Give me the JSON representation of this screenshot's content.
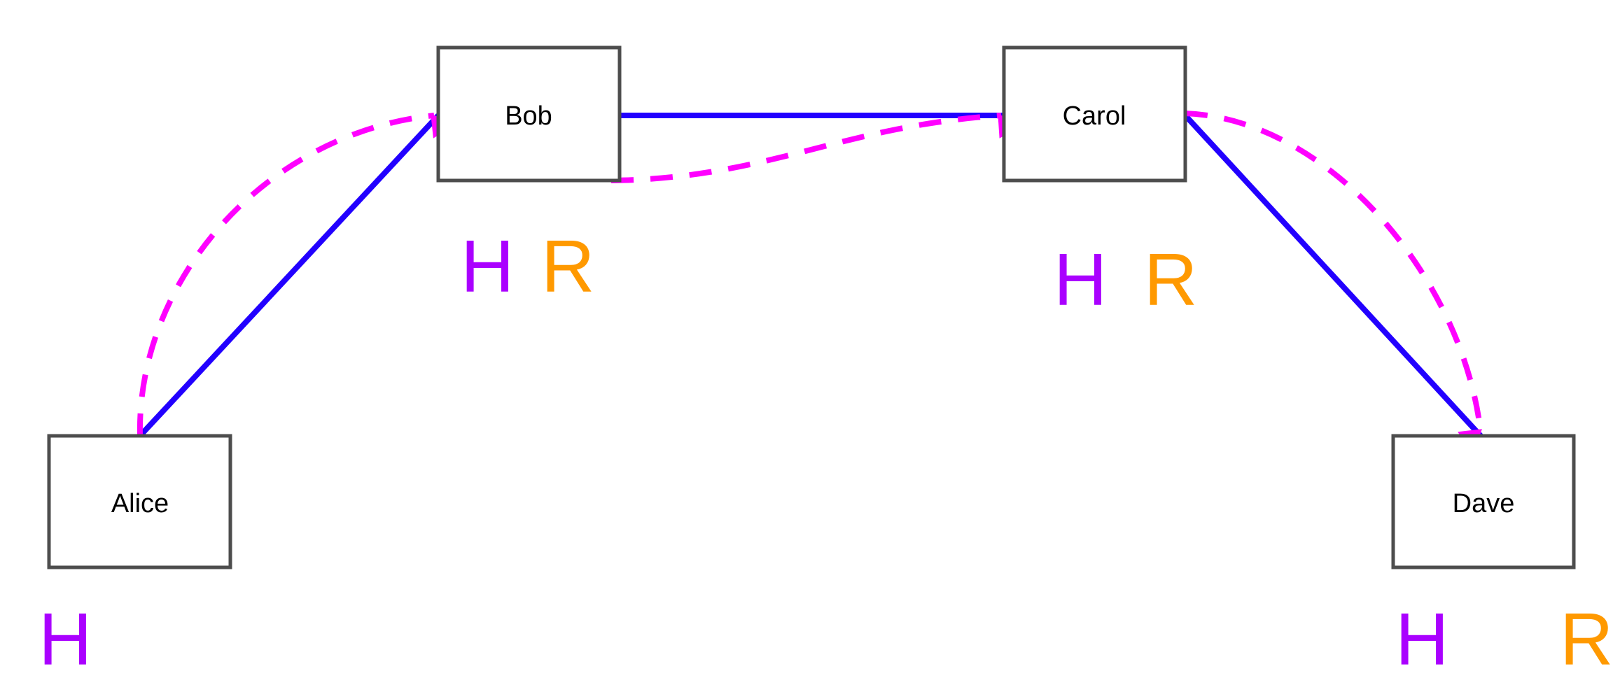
{
  "nodes": [
    {
      "id": "alice",
      "label": "Alice",
      "tags": [
        "H"
      ]
    },
    {
      "id": "bob",
      "label": "Bob",
      "tags": [
        "H",
        "R"
      ]
    },
    {
      "id": "carol",
      "label": "Carol",
      "tags": [
        "H",
        "R"
      ]
    },
    {
      "id": "dave",
      "label": "Dave",
      "tags": [
        "H",
        "R"
      ]
    }
  ],
  "tag_colors": {
    "H": "#aa00ff",
    "R": "#ff9900"
  },
  "edge_colors": {
    "solid": "#2200ff",
    "dashed": "#ff00ff",
    "box_border": "#4d4d4d"
  }
}
